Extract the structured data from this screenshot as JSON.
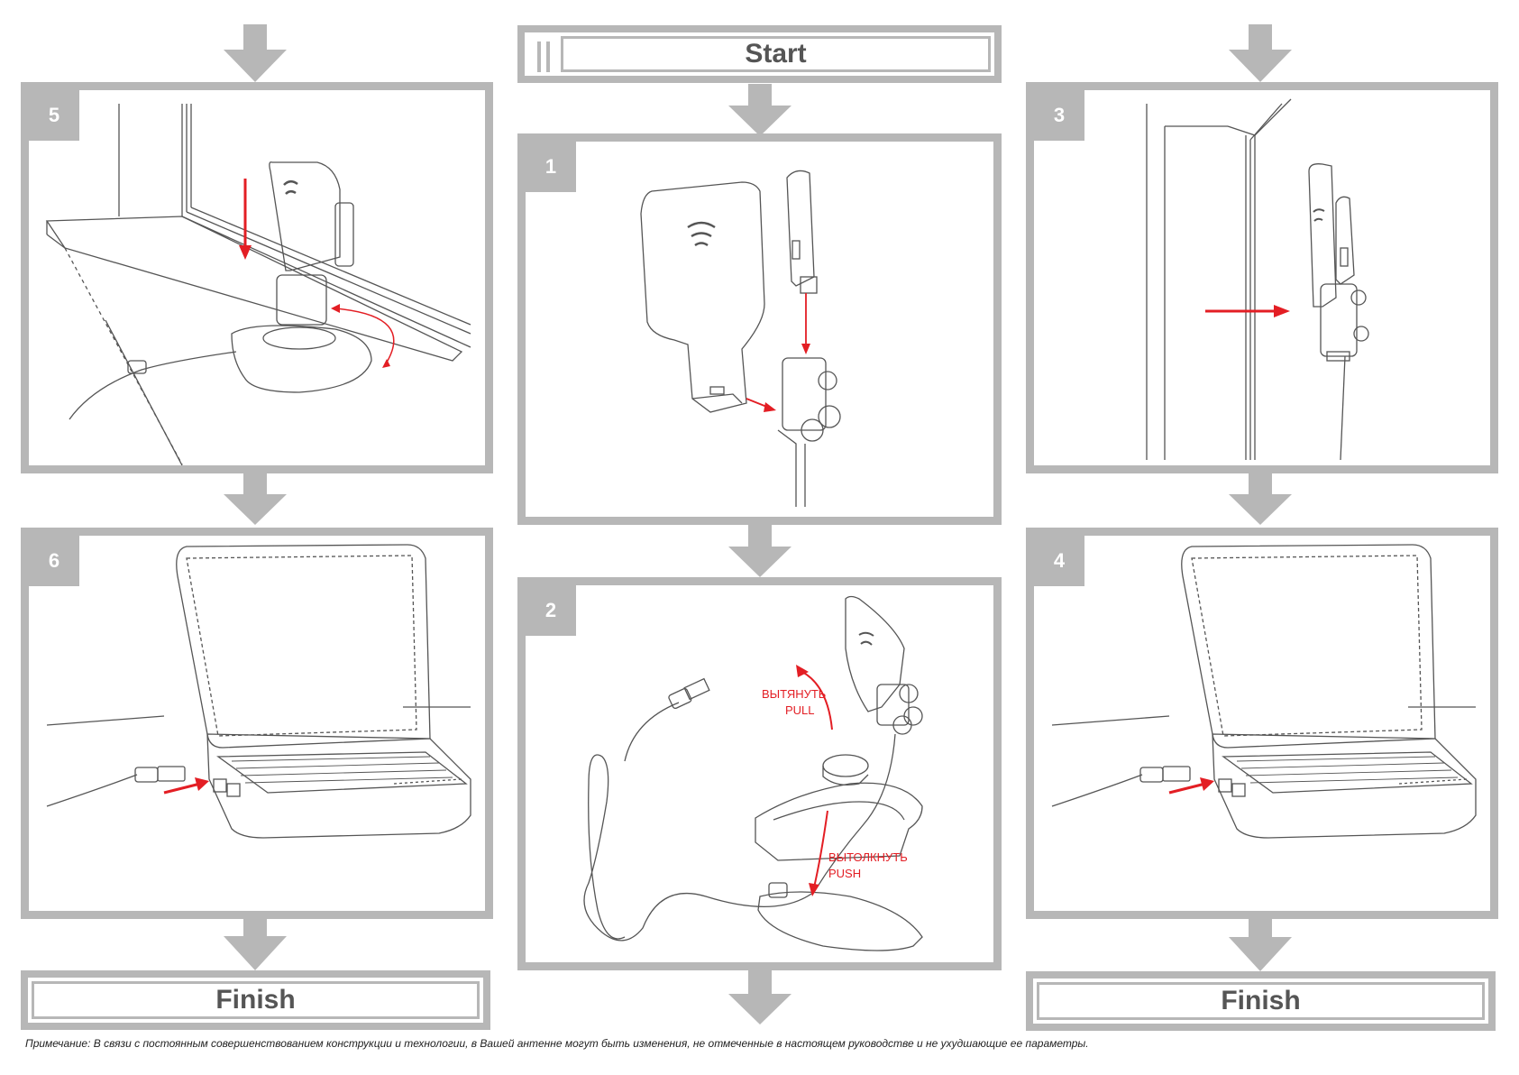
{
  "start_label": "Start",
  "finish_label": "Finish",
  "steps": [
    {
      "number": "1"
    },
    {
      "number": "2"
    },
    {
      "number": "3"
    },
    {
      "number": "4"
    },
    {
      "number": "5"
    },
    {
      "number": "6"
    }
  ],
  "step2": {
    "pull_ru": "ВЫТЯНУТЬ",
    "pull_en": "PULL",
    "push_ru": "ВЫТОЛКНУТЬ",
    "push_en": "PUSH"
  },
  "note": "Примечание: В связи с постоянным совершенствованием конструкции и технологии, в Вашей антенне могут быть  изменения, не отмеченные в настоящем руководстве и не ухудшающие ее параметры.",
  "colors": {
    "frame": "#b7b7b7",
    "accent": "#e31e24",
    "line": "#555555"
  }
}
